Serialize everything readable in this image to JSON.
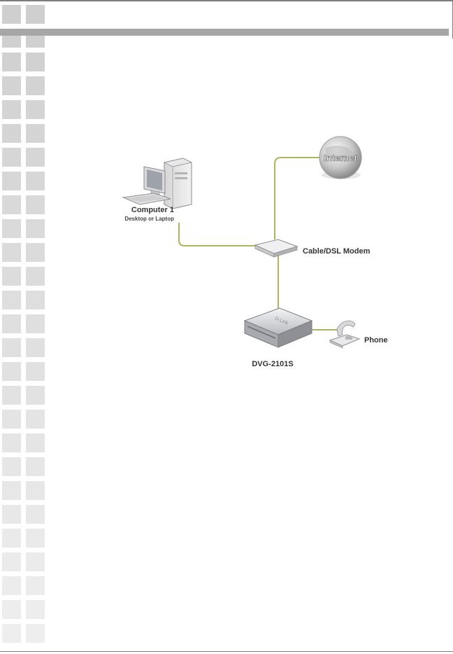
{
  "diagram": {
    "nodes": {
      "internet": {
        "label": "Internet"
      },
      "computer": {
        "label": "Computer 1",
        "sublabel": "Desktop or Laptop"
      },
      "modem": {
        "label": "Cable/DSL Modem"
      },
      "adapter": {
        "label": "DVG-2101S",
        "brand": "D-Link"
      },
      "phone": {
        "label": "Phone"
      }
    },
    "edges": [
      {
        "from": "computer",
        "to": "modem"
      },
      {
        "from": "modem",
        "to": "internet"
      },
      {
        "from": "modem",
        "to": "adapter"
      },
      {
        "from": "adapter",
        "to": "phone"
      }
    ],
    "colors": {
      "cable": "#b0b45a",
      "header_bar": "#a6a6a6",
      "square_dark": "#cfcfcf",
      "square_light": "#f4f4f4"
    }
  }
}
